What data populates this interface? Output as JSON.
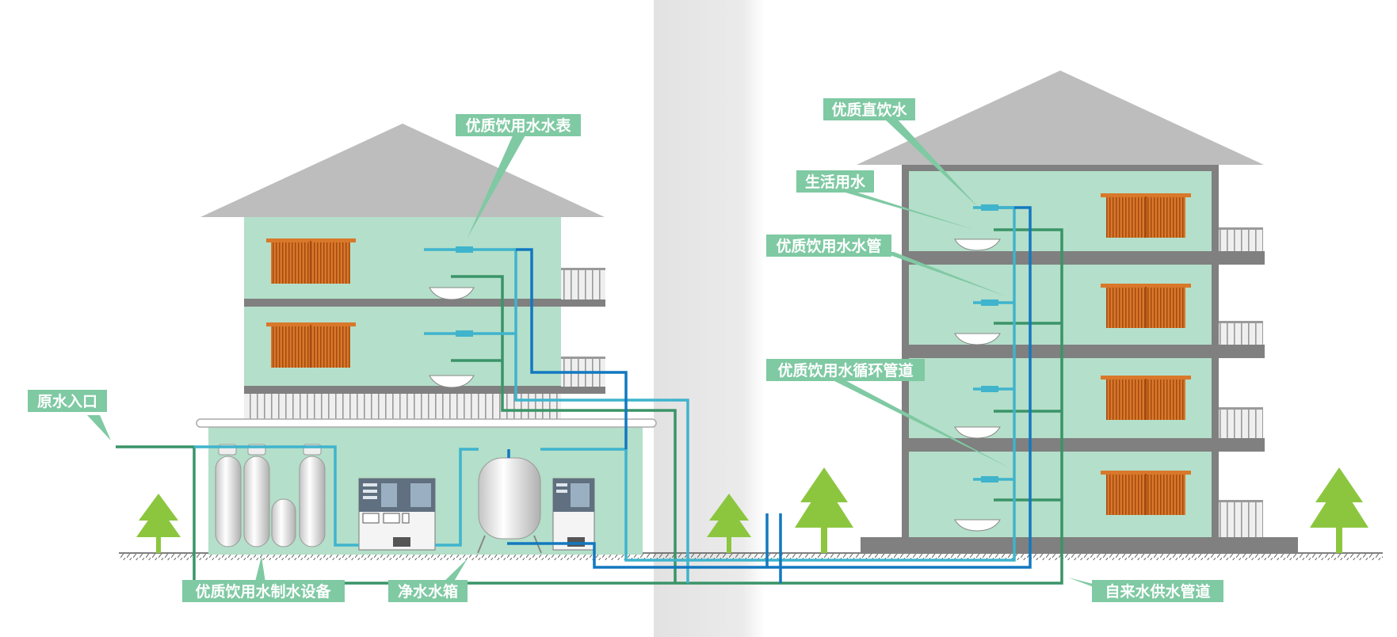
{
  "labels": {
    "meter": "优质饮用水水表",
    "raw_inlet": "原水入口",
    "equipment": "优质饮用水制水设备",
    "clean_tank": "净水水箱",
    "direct_drink": "优质直饮水",
    "domestic": "生活用水",
    "drink_pipe": "优质饮用水水管",
    "circulation": "优质饮用水循环管道",
    "tap_supply": "自来水供水管道"
  },
  "colors": {
    "label_bg": "#7fc9a3",
    "wall": "#b4dfca",
    "roof": "#bdbdbd",
    "frame": "#808080",
    "window": "#c8621a",
    "blue_pipe": "#1278bf",
    "cyan_pipe": "#3fb4cc",
    "green_pipe": "#3a9468",
    "tree": "#8cc63f",
    "band": "#e8e8e8"
  }
}
